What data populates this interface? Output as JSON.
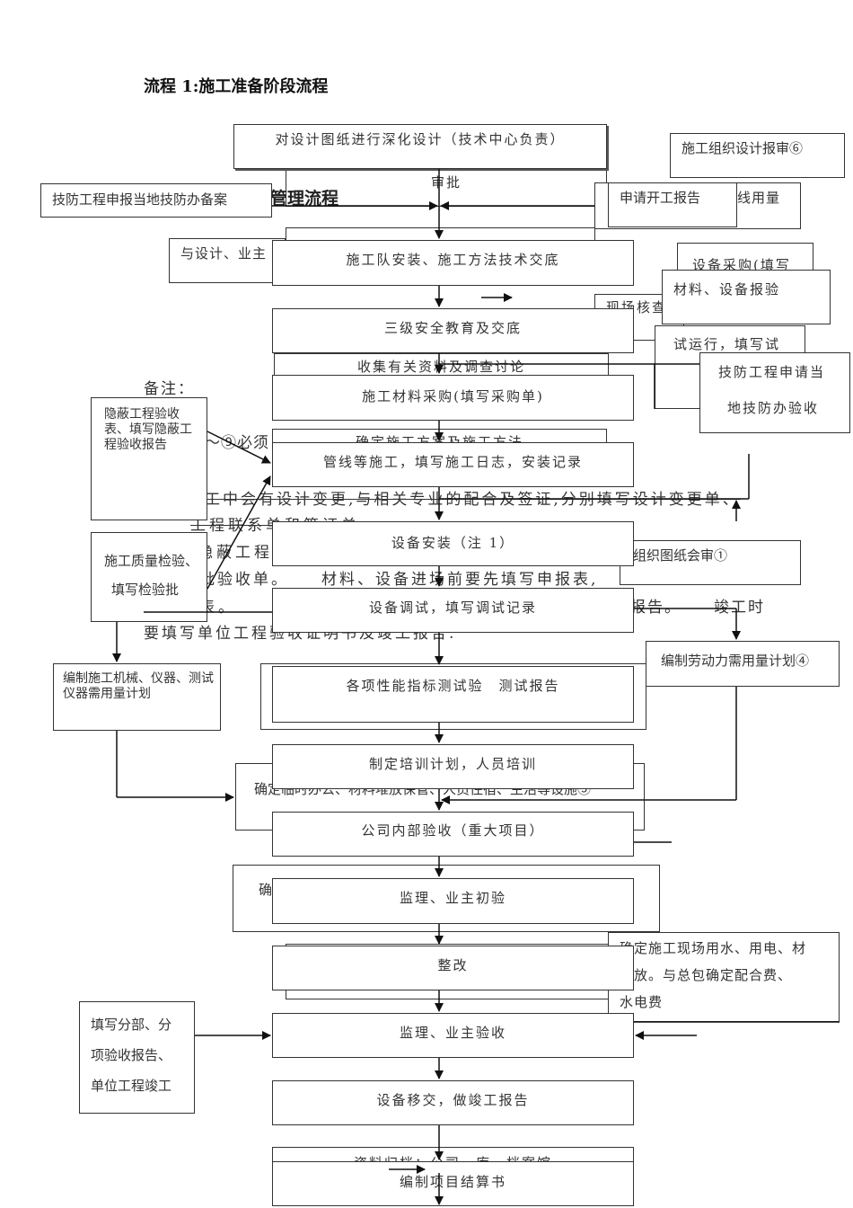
{
  "page": {
    "title": "流程 1:施工准备阶段流程",
    "hidden_heading_fragment": "程管理流程",
    "remark_label": "备注：",
    "background_notes": [
      "～⑨必须",
      "工中会有设计变更,与相关专业的配合及签证,分别填写设计变更单、",
      "工程联系单和签证单",
      "隐蔽工程",
      "批验收单。",
      "材料、设备进场前要先填写申报表,",
      "表。",
      "报告。",
      "竣工时",
      "要填写单位工程验收证明书及竣工报告."
    ]
  },
  "main_flow": [
    {
      "id": "deepen-design",
      "label": "对设计图纸进行深化设计（技术中心负责）"
    },
    {
      "id": "approval",
      "label": "审批"
    },
    {
      "id": "tech-briefing",
      "label": "施工队安装、施工方法技术交底"
    },
    {
      "id": "safety-education",
      "label": "三级安全教育及交底"
    },
    {
      "id": "collect-info",
      "label": "收集有关资料及调查讨论"
    },
    {
      "id": "material-purchase",
      "label": "施工材料采购(填写采购单)"
    },
    {
      "id": "construction-plan",
      "label": "确定施工方案及施工方法"
    },
    {
      "id": "pipeline-construction",
      "label": "管线等施工，填写施工日志，安装记录"
    },
    {
      "id": "equipment-install",
      "label": "设备安装（注 1）"
    },
    {
      "id": "equipment-debug",
      "label": "设备调试，填写调试记录"
    },
    {
      "id": "performance-test",
      "label": "各项性能指标测试验　测试报告"
    },
    {
      "id": "training",
      "label": "制定培训计划，人员培训"
    },
    {
      "id": "temp-facilities",
      "label": "确定临时办公、材料堆放保管、人员住宿、生活等设施⑤"
    },
    {
      "id": "internal-acceptance",
      "label": "公司内部验收（重大项目）"
    },
    {
      "id": "initial-inspection",
      "label": "监理、业主初验"
    },
    {
      "id": "rectification",
      "label": "整改"
    },
    {
      "id": "final-acceptance",
      "label": "监理、业主验收"
    },
    {
      "id": "handover",
      "label": "设备移交，做竣工报告"
    },
    {
      "id": "archive",
      "label": "资料归档：公司、库、档案馆"
    },
    {
      "id": "settlement",
      "label": "编制项目结算书"
    }
  ],
  "side_boxes": {
    "tech_filing": "技防工程申报当地技防办备案",
    "design_liaison": "与设计、业主",
    "org_design_review": "施工组织设计报审⑥",
    "apply_start": "申请开工报告",
    "pipeline_qty_frag": "线用量",
    "equipment_purchase": "设备采购(填写",
    "material_inspection": "材料、设备报验",
    "site_check": "现场核查",
    "trial_run": "试运行，填写试",
    "tech_acceptance_line1": "技防工程申请当",
    "tech_acceptance_line2": "地技防办验收",
    "hidden_works": "隐蔽工程验收表、填写隐蔽工程验收报告",
    "quality_inspection_line1": "施工质量检验、",
    "quality_inspection_line2": "填写检验批",
    "drawing_review": "组织图纸会审①",
    "labor_plan": "编制劳动力需用量计划④",
    "machinery_plan": "编制施工机械、仪器、测试仪器需用量计划",
    "site_utilities_line1": "确定施工现场用水、用电、材",
    "site_utilities_line2": "堆放。与总包确定配合费、",
    "site_utilities_line3": "水电费",
    "site_utilities_frag": "确",
    "completion_docs_line1": "填写分部、分",
    "completion_docs_line2": "项验收报告、",
    "completion_docs_line3": "单位工程竣工"
  }
}
